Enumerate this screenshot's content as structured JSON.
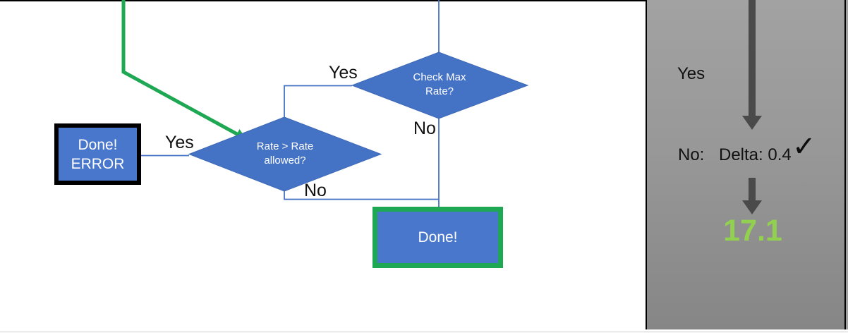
{
  "colors": {
    "shape_blue": "#4472C4",
    "connector_blue": "#4472C4",
    "accent_green": "#1FA853",
    "result_green": "#92D050",
    "arrow_gray": "#4A4A4A",
    "panel_gray": "#989898",
    "border_black": "#000000"
  },
  "flowchart": {
    "decision1": {
      "line1": "Check Max",
      "line2": "Rate?"
    },
    "decision2": {
      "line1": "Rate > Rate",
      "line2": "allowed?"
    },
    "box_error": {
      "line1": "Done!",
      "line2": "ERROR"
    },
    "box_done": {
      "label": "Done!"
    },
    "labels": {
      "decision1_yes": "Yes",
      "decision1_no": "No",
      "decision2_yes": "Yes",
      "decision2_no": "No"
    }
  },
  "panel": {
    "yes_label": "Yes",
    "no_label": "No:",
    "delta_label": "Delta: 0.4",
    "check_icon": "✓",
    "result_value": "17.1"
  }
}
